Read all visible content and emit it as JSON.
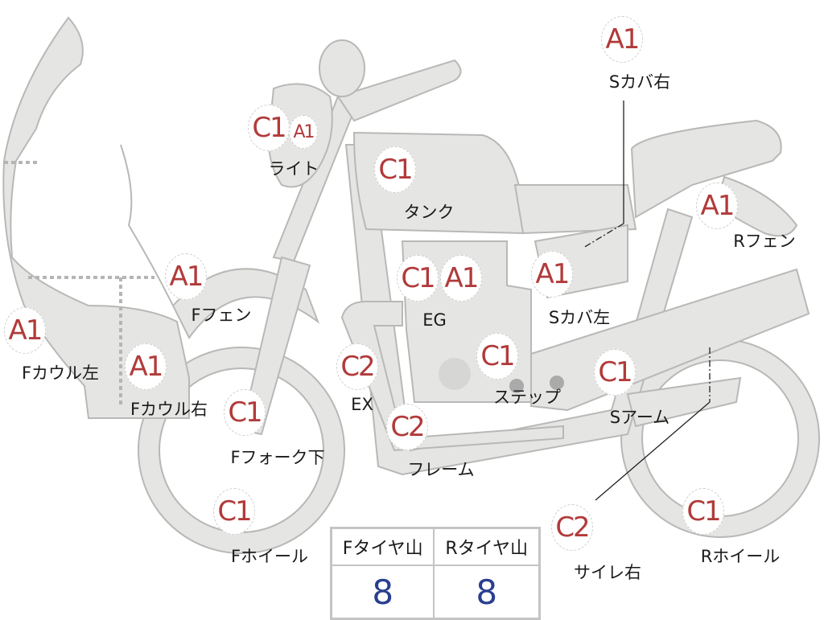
{
  "markers": [
    {
      "code": "A1",
      "label": "Sカバ右"
    },
    {
      "code": "C1",
      "label": ""
    },
    {
      "code": "A1",
      "label": "ライト"
    },
    {
      "code": "C1",
      "label": "タンク"
    },
    {
      "code": "A1",
      "label": "Rフェン"
    },
    {
      "code": "A1",
      "label": "Fフェン"
    },
    {
      "code": "C1",
      "label": ""
    },
    {
      "code": "A1",
      "label": "EG"
    },
    {
      "code": "A1",
      "label": "Sカバ左"
    },
    {
      "code": "A1",
      "label": "Fカウル左"
    },
    {
      "code": "A1",
      "label": "Fカウル右"
    },
    {
      "code": "C2",
      "label": "EX"
    },
    {
      "code": "C1",
      "label": "ステップ"
    },
    {
      "code": "C1",
      "label": "Sアーム"
    },
    {
      "code": "C1",
      "label": "Fフォーク下"
    },
    {
      "code": "C2",
      "label": "フレーム"
    },
    {
      "code": "C1",
      "label": "Fホイール"
    },
    {
      "code": "C2",
      "label": "サイレ右"
    },
    {
      "code": "C1",
      "label": "Rホイール"
    }
  ],
  "tire_table": {
    "headers": [
      "Fタイヤ山",
      "Rタイヤ山"
    ],
    "values": [
      "8",
      "8"
    ]
  },
  "colors": {
    "part_fill": "#e5e5e3",
    "part_stroke": "#b8b8b6",
    "grade": "#b23a3a",
    "value": "#2a3f8f"
  }
}
